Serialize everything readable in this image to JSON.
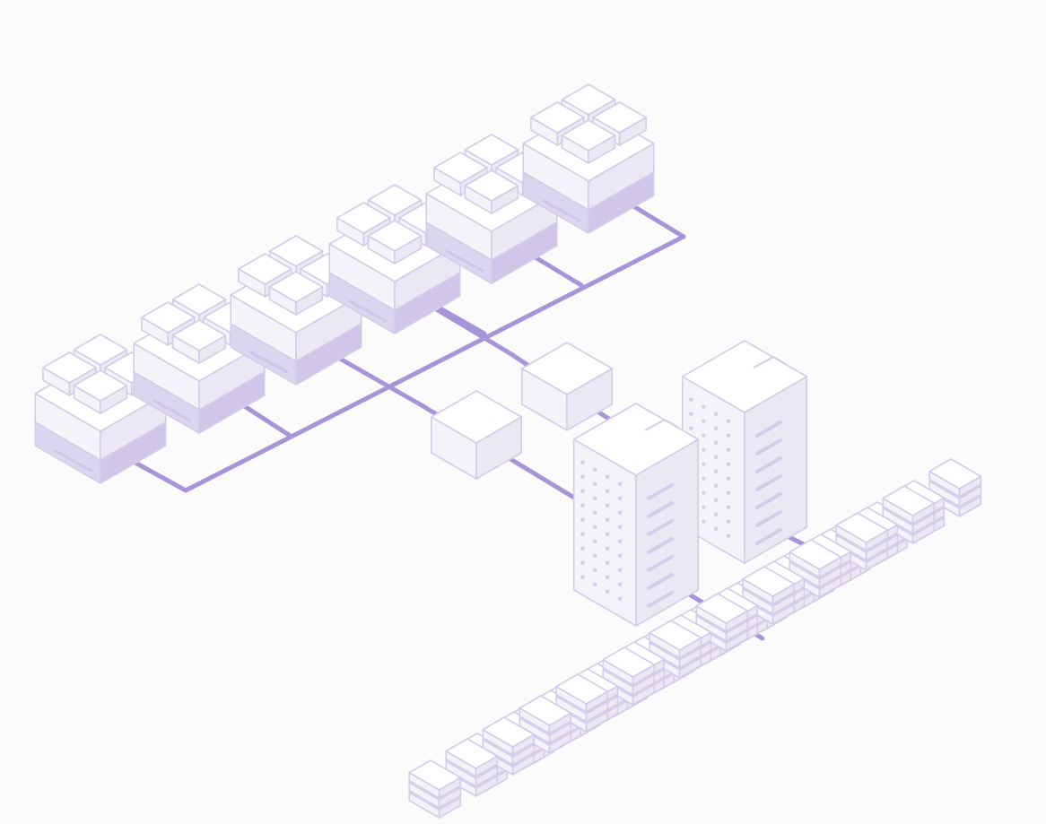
{
  "diagram": {
    "colors": {
      "background": "#fbfbfb",
      "link": "#a894d9",
      "outline": "#d5cce9",
      "face_top": "#ffffff",
      "face_left": "#f5f3fa",
      "face_right": "#ebe7f5",
      "base_top": "#ece8f7",
      "base_left": "#dcd5f0",
      "base_right": "#cfc6ea",
      "accent": "#e8e3f5"
    },
    "nodes": {
      "client_stacks": 6,
      "switches": 2,
      "server_towers": 2,
      "storage_drives": 45
    }
  }
}
